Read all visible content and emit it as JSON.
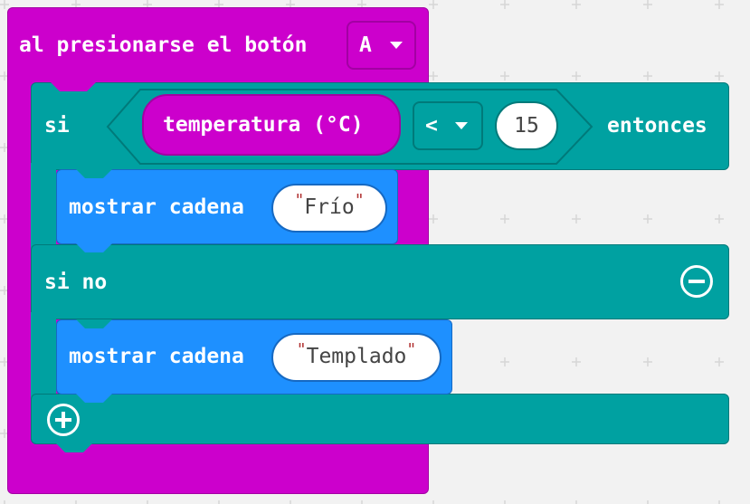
{
  "event_block": {
    "label": "al presionarse el botón",
    "button_value": "A"
  },
  "if_block": {
    "if_label": "si",
    "then_label": "entonces",
    "condition": {
      "sensor": "temperatura (°C)",
      "operator": "<",
      "value": "15"
    },
    "else_label": "si no"
  },
  "show_blocks": [
    {
      "label": "mostrar cadena",
      "text": "Frío"
    },
    {
      "label": "mostrar cadena",
      "text": "Templado"
    }
  ],
  "colors": {
    "event": "#cc00cc",
    "logic": "#00a1a1",
    "basic": "#1e90ff",
    "background": "#f2f2f2"
  }
}
